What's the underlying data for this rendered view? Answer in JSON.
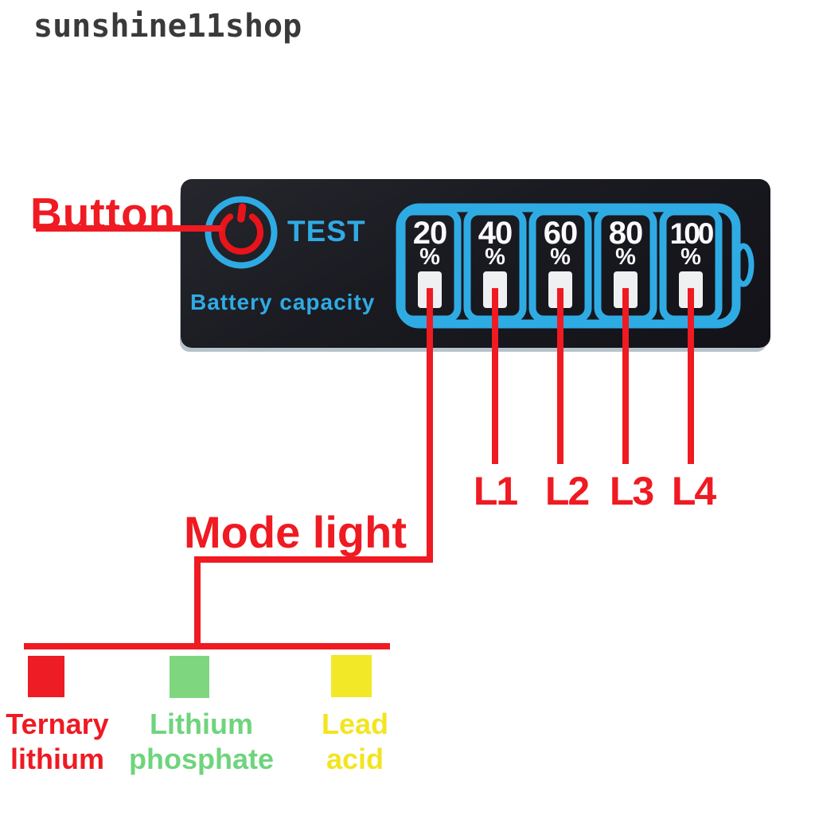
{
  "watermark": "sunshine11shop",
  "panel": {
    "test_label": "TEST",
    "subtitle": "Battery capacity",
    "battery": {
      "percent": "%",
      "segments": [
        {
          "value": "20"
        },
        {
          "value": "40"
        },
        {
          "value": "60"
        },
        {
          "value": "80"
        },
        {
          "value": "100"
        }
      ]
    }
  },
  "annotations": {
    "button_label": "Button",
    "mode_light_label": "Mode light",
    "led_labels": [
      "L1",
      "L2",
      "L3",
      "L4"
    ]
  },
  "legend": [
    {
      "line1": "Ternary",
      "line2": "lithium",
      "color": "#ee1c24"
    },
    {
      "line1": "Lithium",
      "line2": "phosphate",
      "color": "#7ed77e"
    },
    {
      "line1": "Lead",
      "line2": "acid",
      "color": "#f2e827"
    }
  ],
  "colors": {
    "annotation_red": "#ef1a22",
    "device_blue": "#2fabe4",
    "power_symbol_red": "#e8141b",
    "panel_black": "#1a1a21",
    "panel_edge": "#b7c3cb",
    "led_white": "#eef0f1",
    "ternary_red": "#ee1c24",
    "phosphate_green": "#7ed77e",
    "lead_acid_yellow": "#f2e827",
    "watermark_gray": "#3a3a3a"
  }
}
